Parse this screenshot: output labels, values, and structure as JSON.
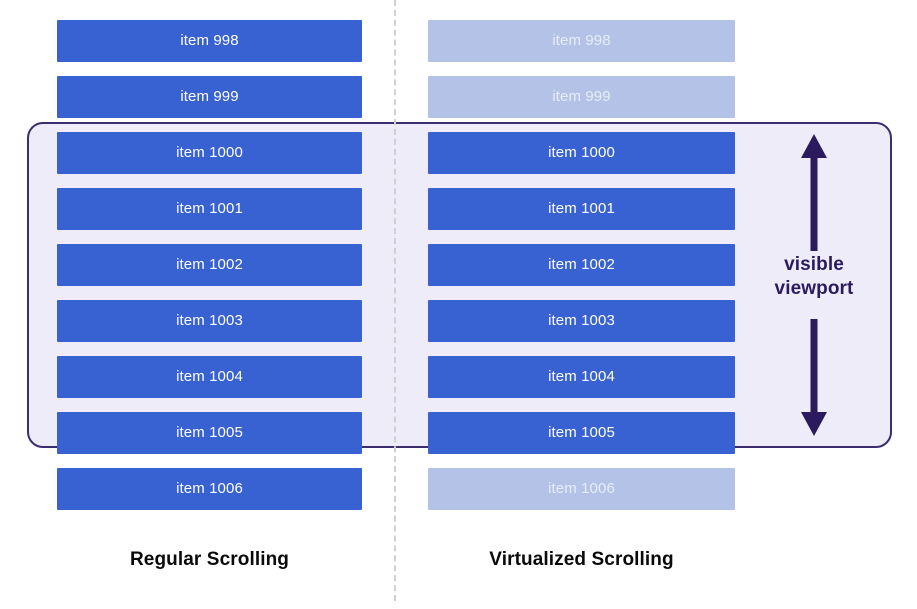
{
  "diagram": {
    "title": "Regular Scrolling vs Virtualized Scrolling",
    "colors": {
      "item_active": "#3861d1",
      "item_faded": "#b4c2e7",
      "viewport_fill": "#eeecf8",
      "viewport_border": "#3b2d6e",
      "arrow": "#2b1b5e",
      "divider": "#cfcfd4",
      "item_text": "#ffffff",
      "faded_text": "#e7ecf8",
      "caption_text": "#0a0a0a"
    }
  },
  "viewport": {
    "caption_line1": "visible",
    "caption_line2": "viewport",
    "arrow_icon": "double-headed-vertical-arrow-icon"
  },
  "columns": [
    {
      "id": "regular",
      "caption": "Regular Scrolling",
      "items": [
        {
          "label": "item 998",
          "state": "active"
        },
        {
          "label": "item 999",
          "state": "active"
        },
        {
          "label": "item 1000",
          "state": "active"
        },
        {
          "label": "item 1001",
          "state": "active"
        },
        {
          "label": "item 1002",
          "state": "active"
        },
        {
          "label": "item 1003",
          "state": "active"
        },
        {
          "label": "item 1004",
          "state": "active"
        },
        {
          "label": "item 1005",
          "state": "active"
        },
        {
          "label": "item 1006",
          "state": "active"
        }
      ]
    },
    {
      "id": "virtualized",
      "caption": "Virtualized Scrolling",
      "items": [
        {
          "label": "item 998",
          "state": "faded"
        },
        {
          "label": "item 999",
          "state": "faded"
        },
        {
          "label": "item 1000",
          "state": "active"
        },
        {
          "label": "item 1001",
          "state": "active"
        },
        {
          "label": "item 1002",
          "state": "active"
        },
        {
          "label": "item 1003",
          "state": "active"
        },
        {
          "label": "item 1004",
          "state": "active"
        },
        {
          "label": "item 1005",
          "state": "active"
        },
        {
          "label": "item 1006",
          "state": "faded"
        }
      ]
    }
  ]
}
